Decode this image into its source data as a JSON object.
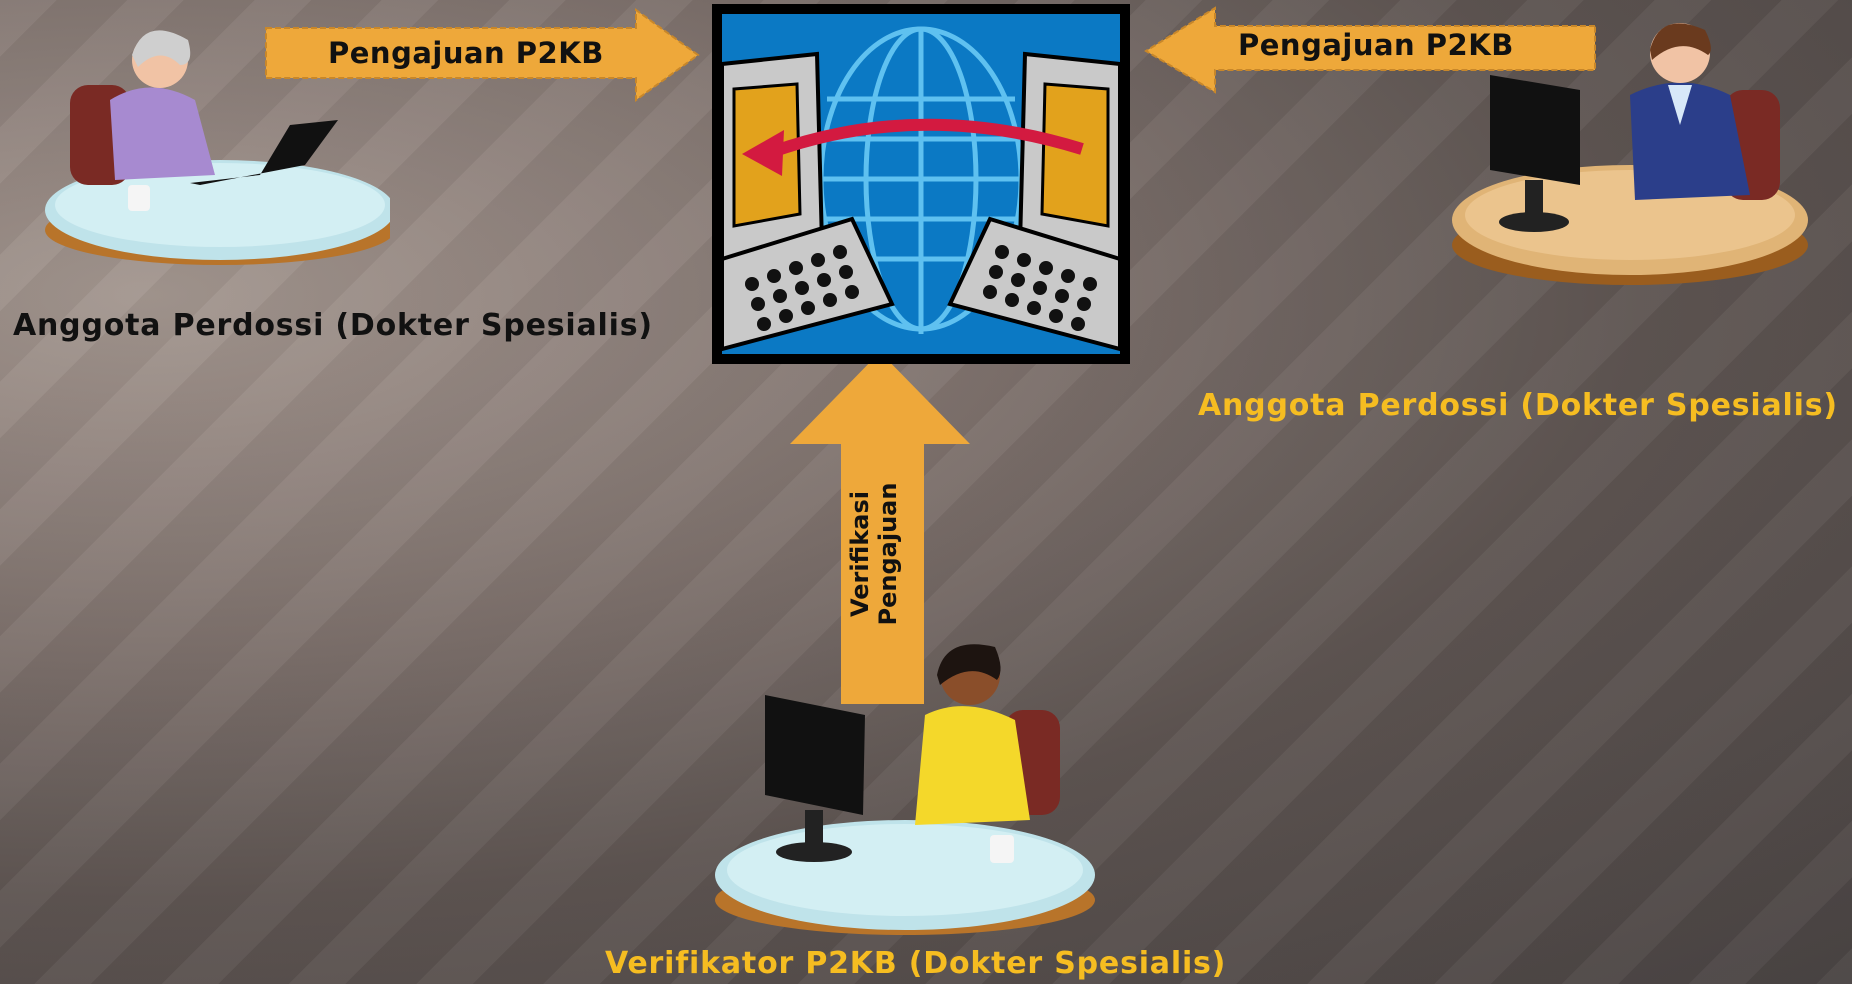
{
  "arrows": {
    "left_label": "Pengajuan P2KB",
    "right_label": "Pengajuan P2KB",
    "up_label_line1": "Verifikasi",
    "up_label_line2": "Pengajuan"
  },
  "actors": {
    "left_caption": "Anggota Perdossi (Dokter Spesialis)",
    "right_caption": "Anggota Perdossi (Dokter Spesialis)",
    "bottom_caption": "Verifikator P2KB (Dokter Spesialis)"
  },
  "colors": {
    "arrow_fill": "#eea83a",
    "arrow_border": "#c8872a",
    "caption_dark": "#111111",
    "caption_gold": "#f6bd21",
    "server_blue": "#0b79c4",
    "curve_red": "#d31a40"
  },
  "icons": {
    "center": "network-computers-globe-icon",
    "left_person": "woman-at-laptop-icon",
    "right_person": "man-at-computer-icon",
    "bottom_person": "woman-at-computer-icon"
  }
}
